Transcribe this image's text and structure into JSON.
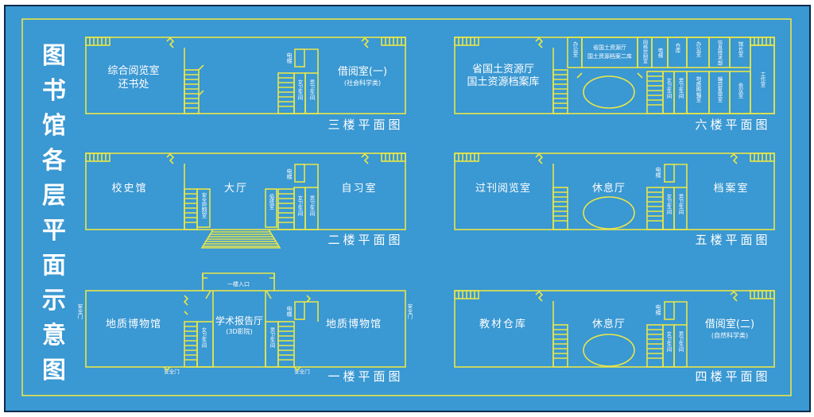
{
  "title_chars": [
    "图",
    "书",
    "馆",
    "各",
    "层",
    "平",
    "面",
    "示",
    "意",
    "图"
  ],
  "colors": {
    "background": "#3a98d2",
    "line": "#e8e64a",
    "text": "#ffffff",
    "border": "#0a2a4a"
  },
  "floor3": {
    "caption": "三楼平面图",
    "rooms": {
      "reading": "综合阅览室",
      "return": "还书处",
      "lending": "借阅室(一)",
      "lending_sub": "(社会科学类)"
    },
    "elevator": "电梯",
    "wc_f": "女卫生间",
    "wc_m": "男卫生间"
  },
  "floor2": {
    "caption": "二楼平面图",
    "rooms": {
      "history": "校史馆",
      "hall": "大厅",
      "study": "自习室",
      "security": "安全控制室",
      "duty": "值班室"
    },
    "elevator": "电梯",
    "wc_f": "女卫生间",
    "wc_m": "男卫生间"
  },
  "floor1": {
    "caption": "一楼平面图",
    "rooms": {
      "museum_l": "地质博物馆",
      "report": "学术报告厅",
      "report_sub": "(3D影院)",
      "museum_r": "地质博物馆",
      "entrance": "一楼入口"
    },
    "exit_l": "安全门",
    "exit_r": "安全门",
    "exit_bl": "安全门",
    "exit_br": "安全门",
    "elevator": "电梯",
    "wc_f": "女卫生间",
    "wc_m": "男卫生间"
  },
  "floor6": {
    "caption": "六楼平面图",
    "rooms": {
      "archive_a": "省国土资源厅",
      "archive_b": "国土资源档案库",
      "office1": "办公室",
      "archive2_a": "省国土资源厅",
      "archive2_b": "国土资源档案二库",
      "network": "网络控制室",
      "storage": "仓库",
      "office2": "办公室",
      "info": "信息技术部",
      "director": "馆长室",
      "work": "工作室",
      "geo_map": "地质图幅室",
      "edit": "编目复审室",
      "meeting": "会议室"
    },
    "elevator": "电梯",
    "wc_f": "女卫生间",
    "wc_m": "男卫生间"
  },
  "floor5": {
    "caption": "五楼平面图",
    "rooms": {
      "periodical": "过刊阅览室",
      "lounge": "休息厅",
      "archive": "档案室"
    },
    "elevator": "电梯",
    "wc_f": "女卫生间",
    "wc_m": "男卫生间"
  },
  "floor4": {
    "caption": "四楼平面图",
    "rooms": {
      "textbook": "教材仓库",
      "lounge": "休息厅",
      "lending": "借阅室(二)",
      "lending_sub": "(自然科学类)"
    },
    "elevator": "电梯",
    "wc_f": "女卫生间",
    "wc_m": "男卫生间"
  }
}
